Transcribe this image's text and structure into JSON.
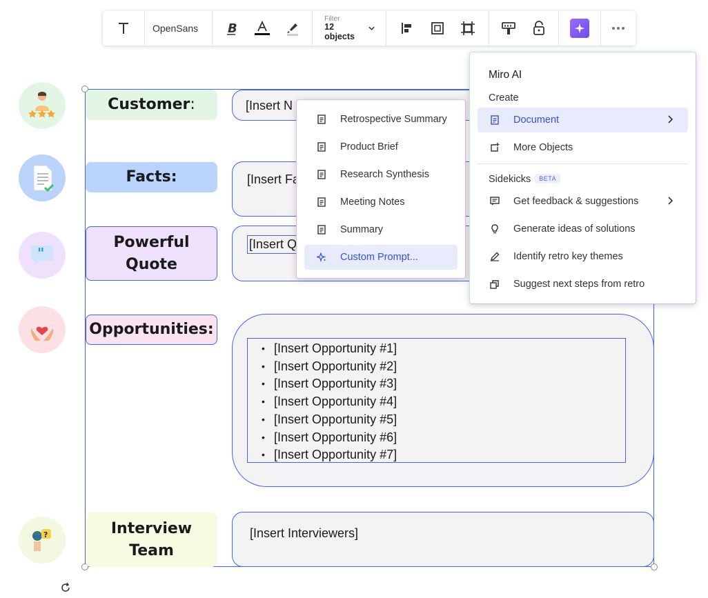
{
  "toolbar": {
    "font_name": "OpenSans",
    "filter_label": "Filter",
    "filter_value": "12 objects"
  },
  "rows": {
    "customer": {
      "label": "Customer",
      "colon": ":",
      "value": "[Insert N"
    },
    "facts": {
      "label": "Facts:",
      "value": "[Insert Fa"
    },
    "quote": {
      "label_line1": "Powerful",
      "label_line2": "Quote",
      "value": "[Insert Q"
    },
    "opportunities": {
      "label": "Opportunities:",
      "items": [
        "[Insert Opportunity #1]",
        "[Insert Opportunity #2]",
        "[Insert Opportunity #3]",
        "[Insert Opportunity #4]",
        "[Insert Opportunity #5]",
        "[Insert Opportunity #6]",
        "[Insert Opportunity #7]"
      ]
    },
    "team": {
      "label_line1": "Interview",
      "label_line2": "Team",
      "value": "[Insert Interviewers]"
    }
  },
  "submenu": {
    "items": [
      {
        "label": "Retrospective Summary"
      },
      {
        "label": "Product Brief"
      },
      {
        "label": "Research Synthesis"
      },
      {
        "label": "Meeting Notes"
      },
      {
        "label": "Summary"
      },
      {
        "label": "Custom Prompt..."
      }
    ]
  },
  "ai_menu": {
    "title": "Miro AI",
    "create_label": "Create",
    "document_label": "Document",
    "more_objects_label": "More Objects",
    "sidekicks_label": "Sidekicks",
    "beta_label": "BETA",
    "sidekicks": [
      {
        "label": "Get feedback & suggestions"
      },
      {
        "label": "Generate ideas of solutions"
      },
      {
        "label": "Identify retro key themes"
      },
      {
        "label": "Suggest next steps from retro"
      }
    ]
  },
  "colors": {
    "selection": "#4262ff",
    "customer_bg": "#e3f6e5",
    "facts_bg": "#b8d4ff",
    "quote_bg": "#efe1fb",
    "opportunities_bg": "#f8e3ee",
    "team_bg": "#f6fbe2"
  }
}
